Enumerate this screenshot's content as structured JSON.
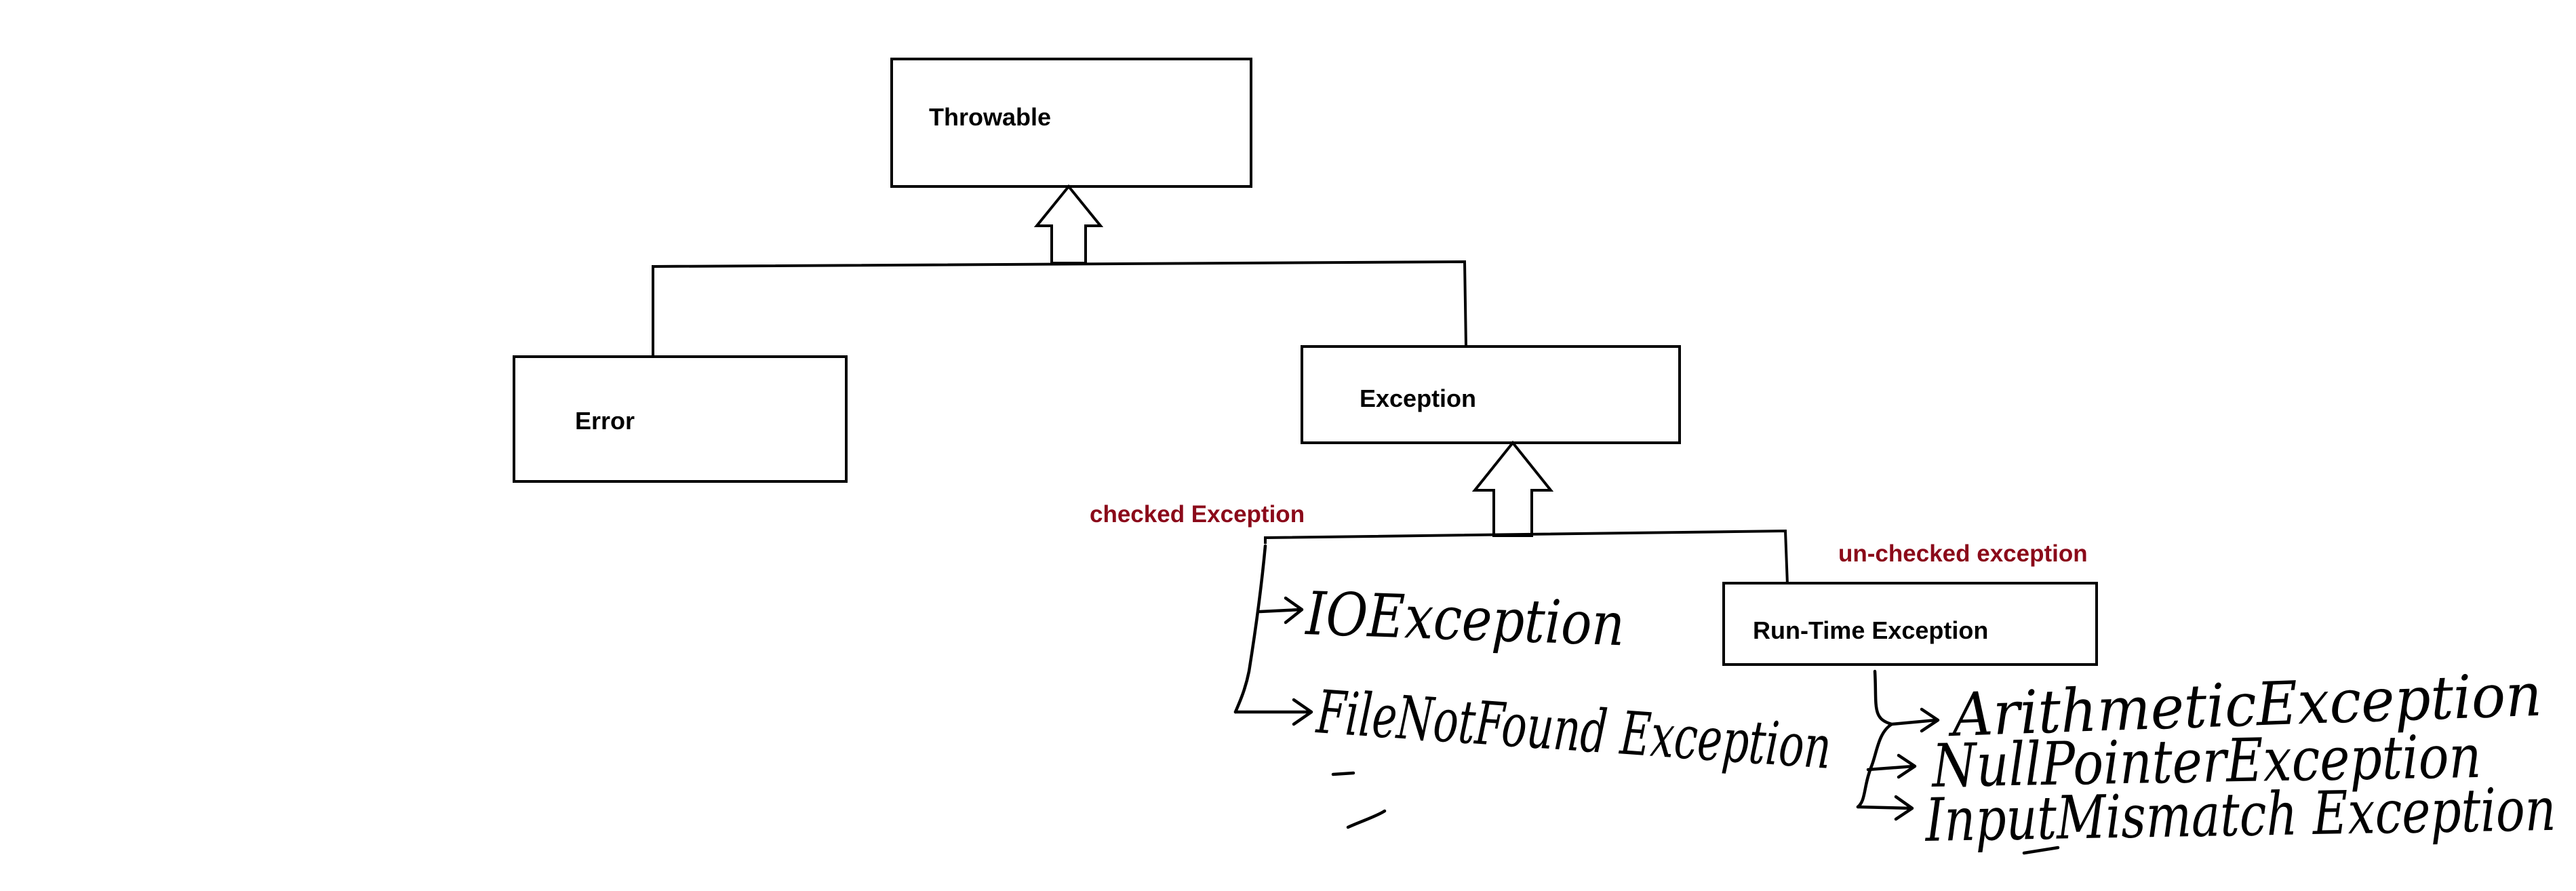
{
  "boxes": {
    "throwable": "Throwable",
    "error": "Error",
    "exception": "Exception",
    "runtime": "Run-Time Exception"
  },
  "labels": {
    "checked": "checked Exception",
    "unchecked": "un-checked exception"
  },
  "handwritten": {
    "checked_items": [
      "IOException",
      "FileNotFound Exception"
    ],
    "unchecked_items": [
      "ArithmeticException",
      "NullPointerException",
      "InputMismatch Exception"
    ]
  },
  "colors": {
    "label_red": "#8b0a1a",
    "stroke": "#000000"
  }
}
